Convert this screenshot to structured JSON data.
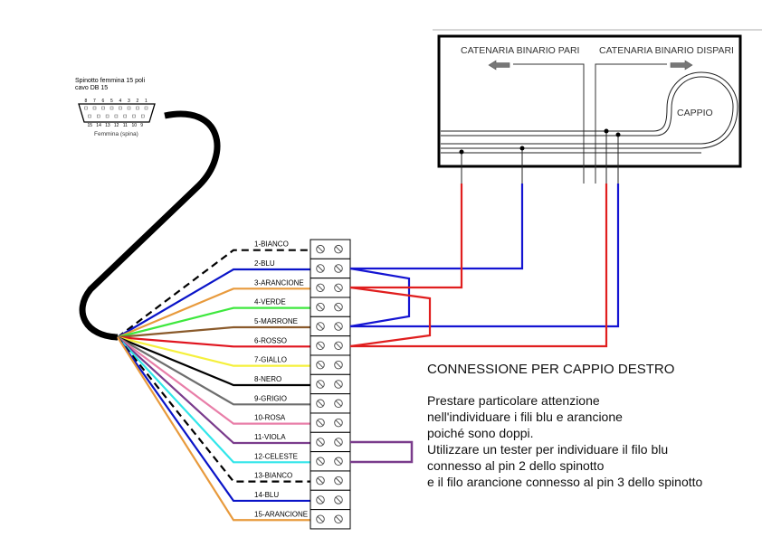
{
  "connector": {
    "title_line1": "Spinotto femmina 15 poli",
    "title_line2": "cavo DB 15",
    "top_pins": [
      "8",
      "7",
      "6",
      "5",
      "4",
      "3",
      "2",
      "1"
    ],
    "bottom_pins": [
      "15",
      "14",
      "13",
      "12",
      "11",
      "10",
      "9"
    ],
    "caption": "Femmina (spina)"
  },
  "terminals": [
    {
      "label": "1-BIANCO",
      "color": "#000000",
      "dashed": true
    },
    {
      "label": "2-BLU",
      "color": "#0a14c8",
      "dashed": false
    },
    {
      "label": "3-ARANCIONE",
      "color": "#e89a3c",
      "dashed": false
    },
    {
      "label": "4-VERDE",
      "color": "#3ee83e",
      "dashed": false
    },
    {
      "label": "5-MARRONE",
      "color": "#8a5a2b",
      "dashed": false
    },
    {
      "label": "6-ROSSO",
      "color": "#e0141e",
      "dashed": false
    },
    {
      "label": "7-GIALLO",
      "color": "#f5f03c",
      "dashed": false
    },
    {
      "label": "8-NERO",
      "color": "#000000",
      "dashed": false
    },
    {
      "label": "9-GRIGIO",
      "color": "#6e6e6e",
      "dashed": false
    },
    {
      "label": "10-ROSA",
      "color": "#e87ea8",
      "dashed": false
    },
    {
      "label": "11-VIOLA",
      "color": "#7a3c8c",
      "dashed": false
    },
    {
      "label": "12-CELESTE",
      "color": "#32e6ea",
      "dashed": false
    },
    {
      "label": "13-BIANCO",
      "color": "#000000",
      "dashed": true
    },
    {
      "label": "14-BLU",
      "color": "#0a14c8",
      "dashed": false
    },
    {
      "label": "15-ARANCIONE",
      "color": "#e89a3c",
      "dashed": false
    }
  ],
  "layout_box": {
    "label_left": "CATENARIA BINARIO PARI",
    "label_right": "CATENARIA BINARIO DISPARI",
    "loop_label": "CAPPIO"
  },
  "wiring_colors": {
    "blue": "#1414d2",
    "red": "#e01e1e",
    "violet": "#7a3c8c"
  },
  "notes": {
    "title": "CONNESSIONE PER CAPPIO DESTRO",
    "lines": [
      "Prestare particolare attenzione",
      "nell'individuare i fili blu e arancione",
      "poiché sono doppi.",
      "Utilizzare un tester per individuare il filo blu",
      "connesso al pin 2 dello spinotto",
      "e il filo arancione connesso al pin 3 dello spinotto"
    ]
  }
}
